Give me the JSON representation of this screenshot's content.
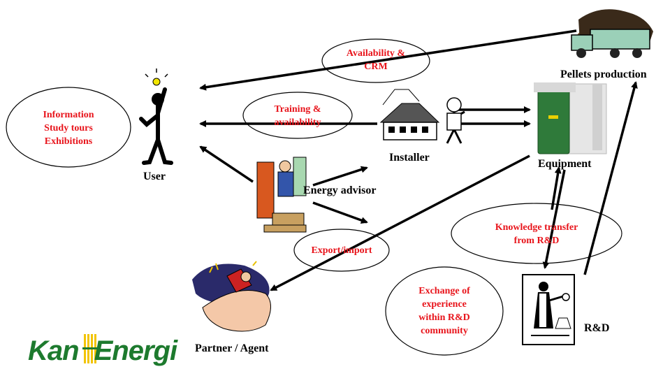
{
  "actors": {
    "user": "User",
    "installer": "Installer",
    "equipment": "Equipment",
    "pellets": "Pellets production",
    "energy_advisor": "Energy advisor",
    "partner": "Partner / Agent",
    "rnd": "R&D"
  },
  "bubbles": {
    "availability_crm": "Availability &\nCRM",
    "training": "Training &\navailability",
    "information": "Information\nStudy tours\nExhibitions",
    "knowledge": "Knowledge transfer\nfrom R&D",
    "export": "Export/import",
    "exchange": "Exchange of\nexperience\nwithin R&D\ncommunity"
  },
  "logo": {
    "text_left": "Kan",
    "text_right": "Energi",
    "color": "#1d7a2e",
    "stripe_color": "#f2c400"
  },
  "colors": {
    "bubble_text": "#e8141b",
    "arrow": "#000000"
  }
}
